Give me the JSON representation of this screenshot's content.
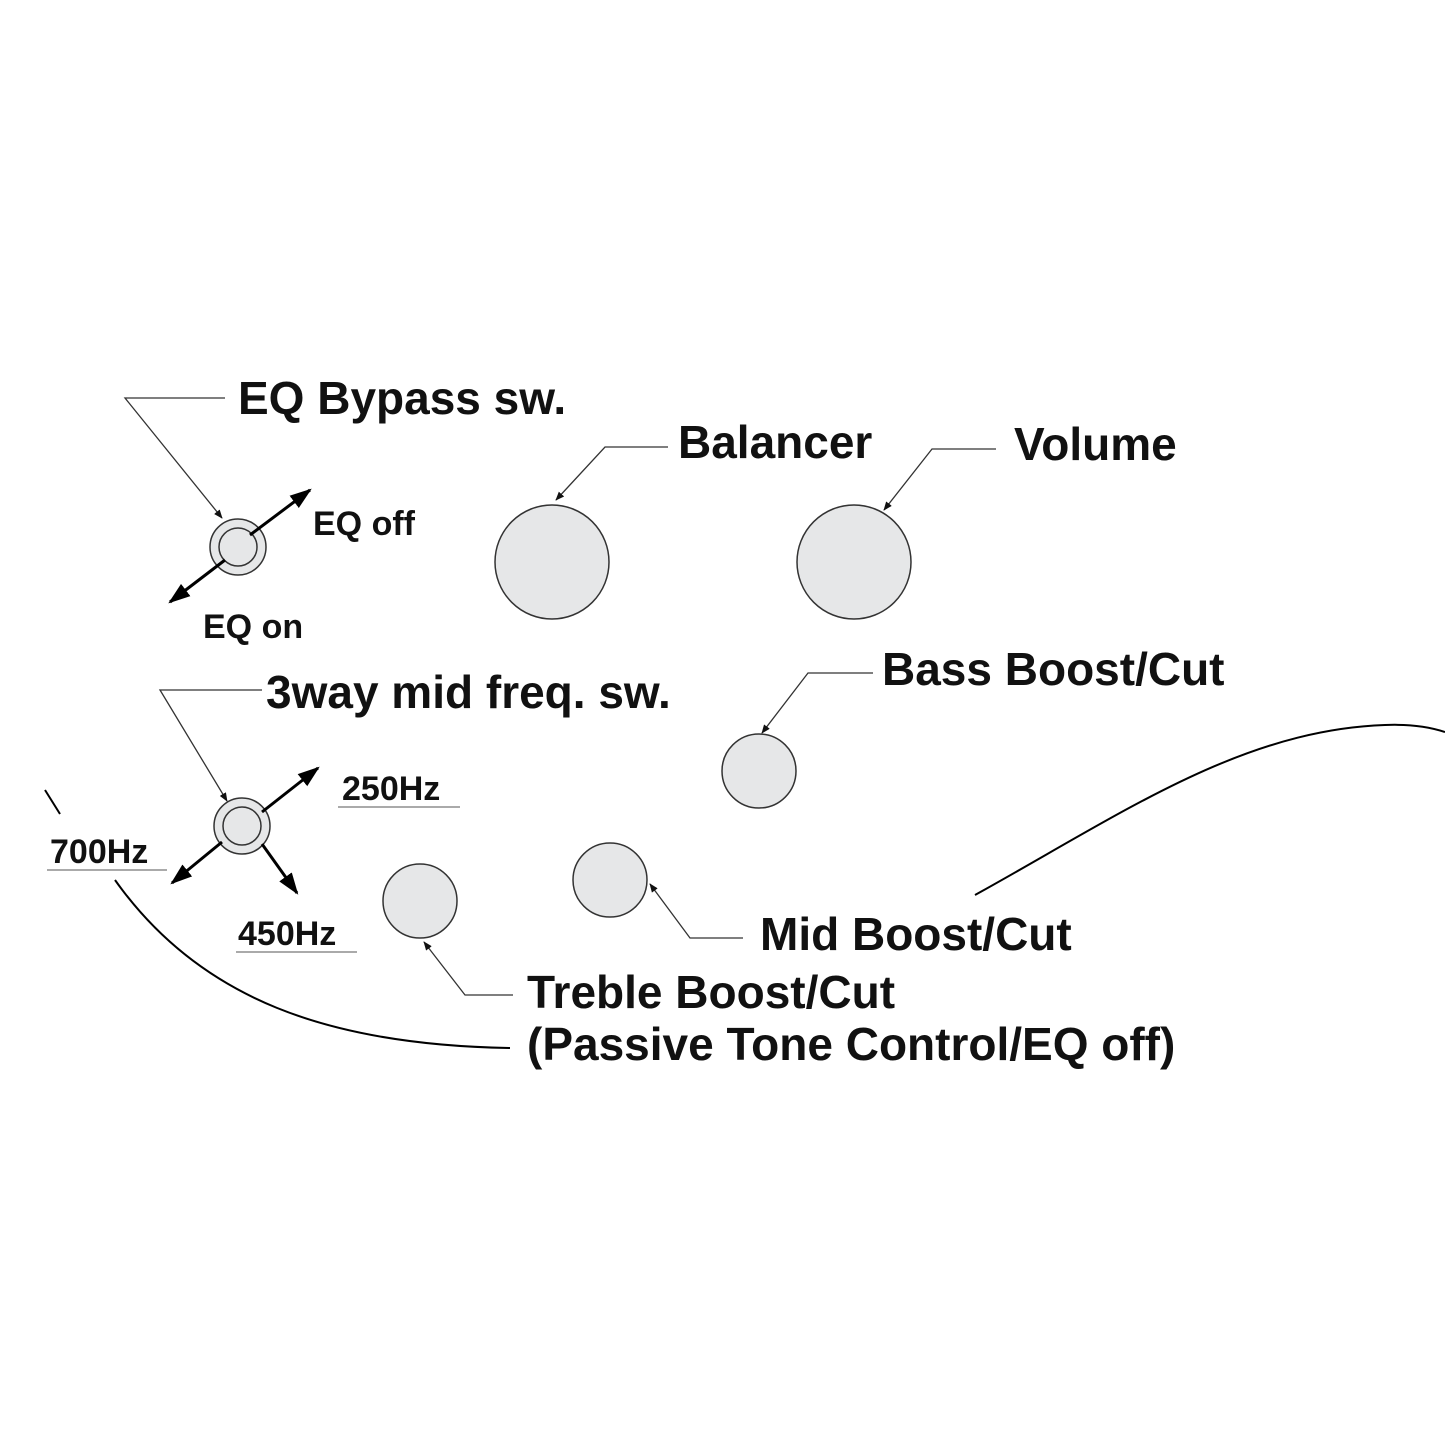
{
  "labels": {
    "eq_bypass": "EQ Bypass sw.",
    "eq_off": "EQ off",
    "eq_on": "EQ on",
    "balancer": "Balancer",
    "volume": "Volume",
    "mid_freq_switch": "3way mid freq. sw.",
    "freq_250": "250Hz",
    "freq_700": "700Hz",
    "freq_450": "450Hz",
    "bass": "Bass Boost/Cut",
    "mid": "Mid Boost/Cut",
    "treble": "Treble Boost/Cut",
    "treble_sub": "(Passive Tone Control/EQ off)"
  },
  "colors": {
    "knob_fill": "#e6e7e8",
    "outline": "#333333",
    "text": "#111111"
  }
}
